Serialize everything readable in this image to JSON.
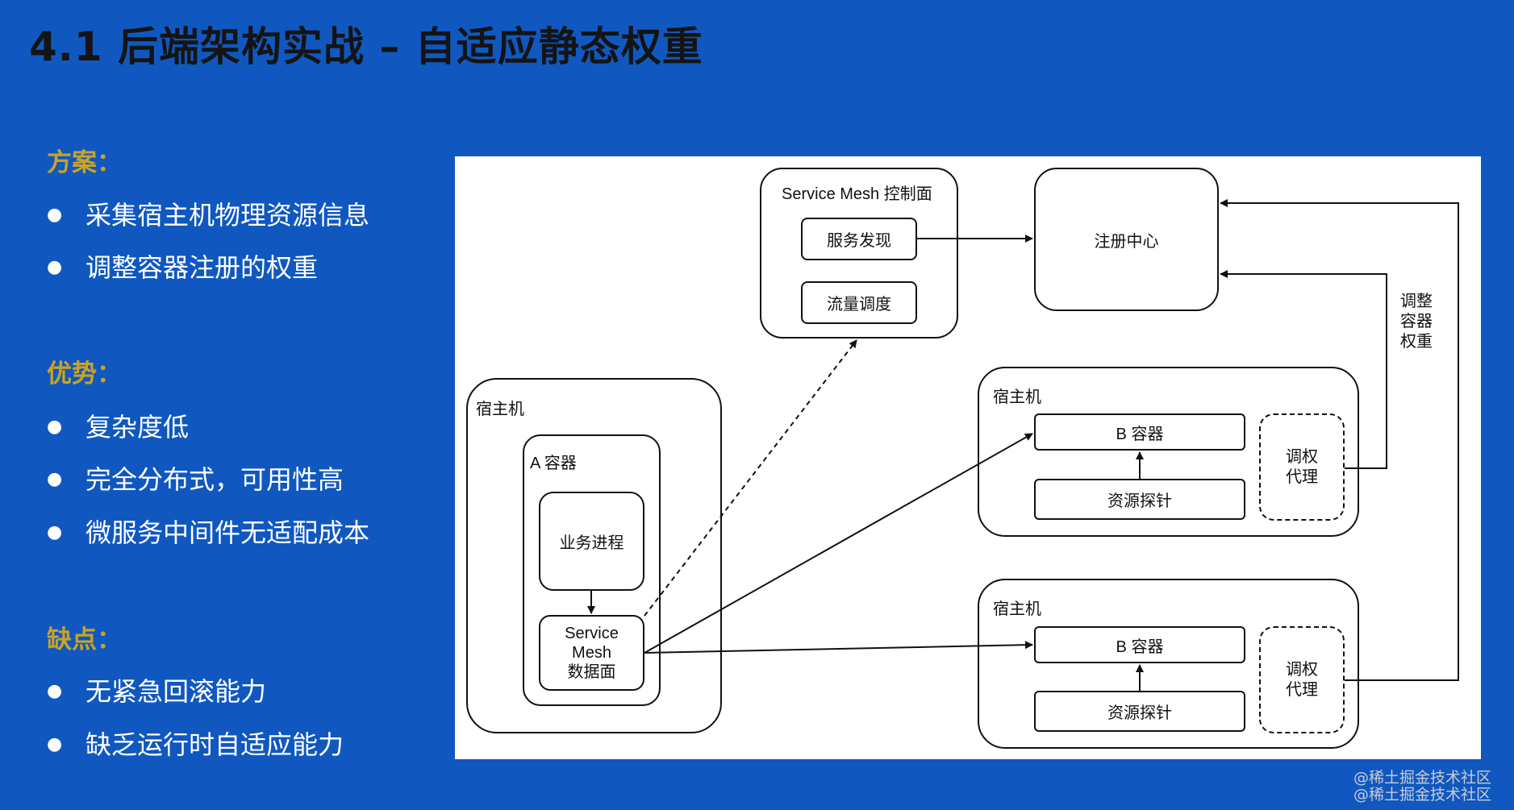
{
  "title": "4.1  后端架构实战 – 自适应静态权重",
  "sections": [
    {
      "heading": "方案：",
      "items": [
        "采集宿主机物理资源信息",
        "调整容器注册的权重"
      ]
    },
    {
      "heading": "优势：",
      "items": [
        "复杂度低",
        "完全分布式，可用性高",
        "微服务中间件无适配成本"
      ]
    },
    {
      "heading": "缺点：",
      "items": [
        "无紧急回滚能力",
        "缺乏运行时自适应能力"
      ]
    }
  ],
  "diagram": {
    "control_plane": {
      "title": "Service Mesh 控制面",
      "service_discovery": "服务发现",
      "traffic_scheduling": "流量调度"
    },
    "registry": "注册中心",
    "host_a": {
      "label": "宿主机",
      "container": "A 容器",
      "business_process": "业务进程",
      "data_plane": "Service\nMesh\n数据面"
    },
    "host_b1": {
      "label": "宿主机",
      "container": "B 容器",
      "probe": "资源探针",
      "proxy": "调权\n代理"
    },
    "host_b2": {
      "label": "宿主机",
      "container": "B 容器",
      "probe": "资源探针",
      "proxy": "调权\n代理"
    },
    "adjust_label": "调整\n容器\n权重"
  },
  "watermark": [
    "@稀土掘金技术社区",
    "@稀土掘金技术社区"
  ]
}
